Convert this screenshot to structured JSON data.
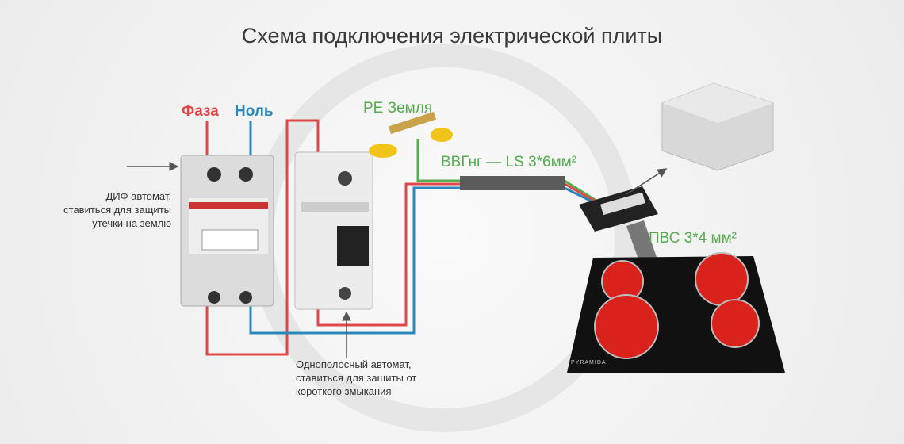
{
  "title": "Схема подключения электрической плиты",
  "labels": {
    "phase": "Фаза",
    "neutral": "Ноль",
    "ground": "PE Земля",
    "cable_main": "ВВГнг — LS  3*6мм²",
    "cable_stove": "ПВС 3*4 мм²"
  },
  "notes": {
    "rcbo": [
      "ДИФ автомат,",
      "ставиться для защиты",
      "утечки на землю"
    ],
    "breaker": [
      "Однополосный автомат,",
      "ставиться для защиты от",
      "короткого змыкания"
    ]
  },
  "stove_brand": "PYRAMIDA",
  "colors": {
    "phase": "#e04848",
    "neutral": "#2a88bb",
    "ground": "#55ad4e"
  }
}
